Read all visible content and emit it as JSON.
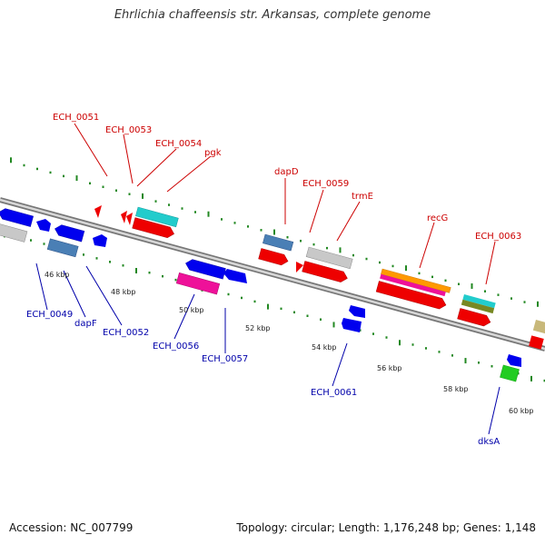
{
  "title": "Ehrlichia chaffeensis str. Arkansas, complete genome",
  "footer": {
    "accession": "Accession: NC_007799",
    "topology": "Topology: circular; Length: 1,176,248 bp; Genes: 1,148"
  },
  "kbp_labels": [
    "46 kbp",
    "48 kbp",
    "50 kbp",
    "52 kbp",
    "54 kbp",
    "56 kbp",
    "58 kbp",
    "60 kbp"
  ],
  "gene_labels_top": [
    "ECH_0051",
    "ECH_0053",
    "ECH_0054",
    "pgk",
    "dapD",
    "ECH_0059",
    "trmE",
    "recG",
    "ECH_0063"
  ],
  "gene_labels_bottom": [
    "ECH_0049",
    "dapF",
    "ECH_0052",
    "ECH_0056",
    "ECH_0057",
    "ECH_0061",
    "dksA"
  ],
  "colors": {
    "forward": "#ee0000",
    "reverse": "#0000ee",
    "cyan": "#22cccc",
    "steel": "#4a7fb5",
    "gray": "#c8c8c8",
    "pink": "#ee1199",
    "orange": "#ff9900",
    "olive": "#778822",
    "green": "#22cc22",
    "tan": "#c8b87a",
    "backbone": "#888888",
    "tick": "#228822"
  }
}
